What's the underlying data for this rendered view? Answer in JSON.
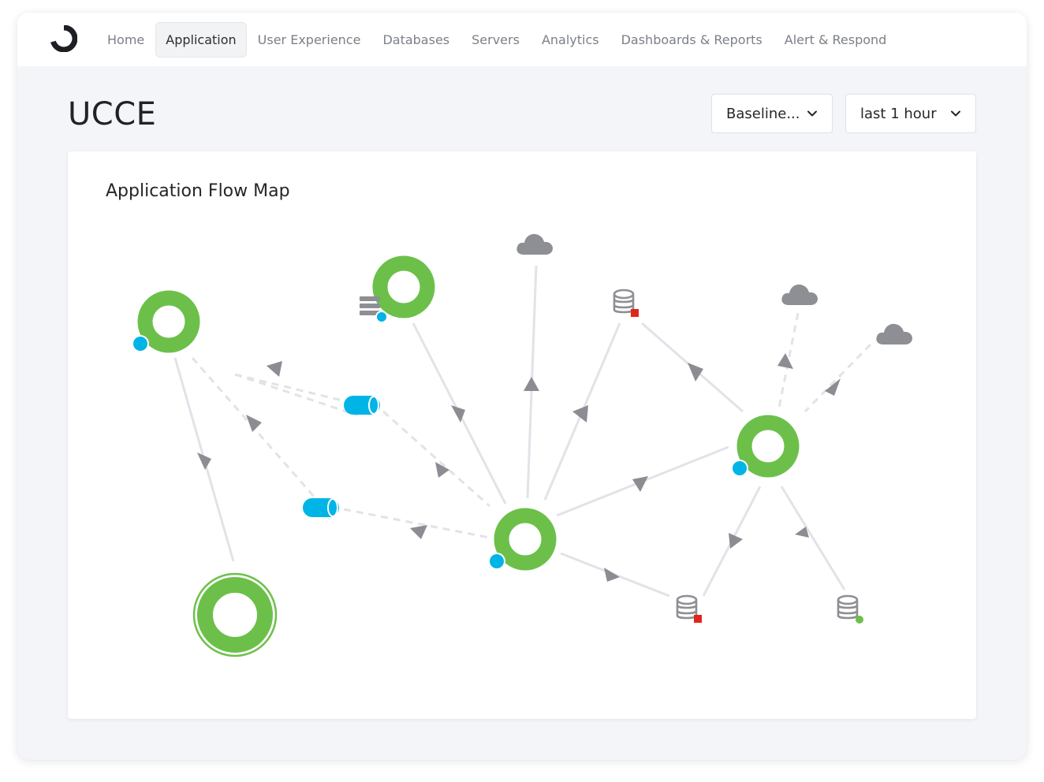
{
  "nav": {
    "items": [
      {
        "label": "Home",
        "active": false
      },
      {
        "label": "Application",
        "active": true
      },
      {
        "label": "User Experience",
        "active": false
      },
      {
        "label": "Databases",
        "active": false
      },
      {
        "label": "Servers",
        "active": false
      },
      {
        "label": "Analytics",
        "active": false
      },
      {
        "label": "Dashboards & Reports",
        "active": false
      },
      {
        "label": "Alert & Respond",
        "active": false
      }
    ]
  },
  "page": {
    "title": "UCCE"
  },
  "filters": {
    "baseline": {
      "label": "Baseline..."
    },
    "timerange": {
      "label": "last 1 hour"
    }
  },
  "card": {
    "title": "Application Flow Map"
  },
  "colors": {
    "health_green": "#6cc04a",
    "node_blue": "#00b4e6",
    "edge_grey": "#e2e3e8",
    "arrow_grey": "#8b8d92",
    "error_red": "#e0261b"
  }
}
